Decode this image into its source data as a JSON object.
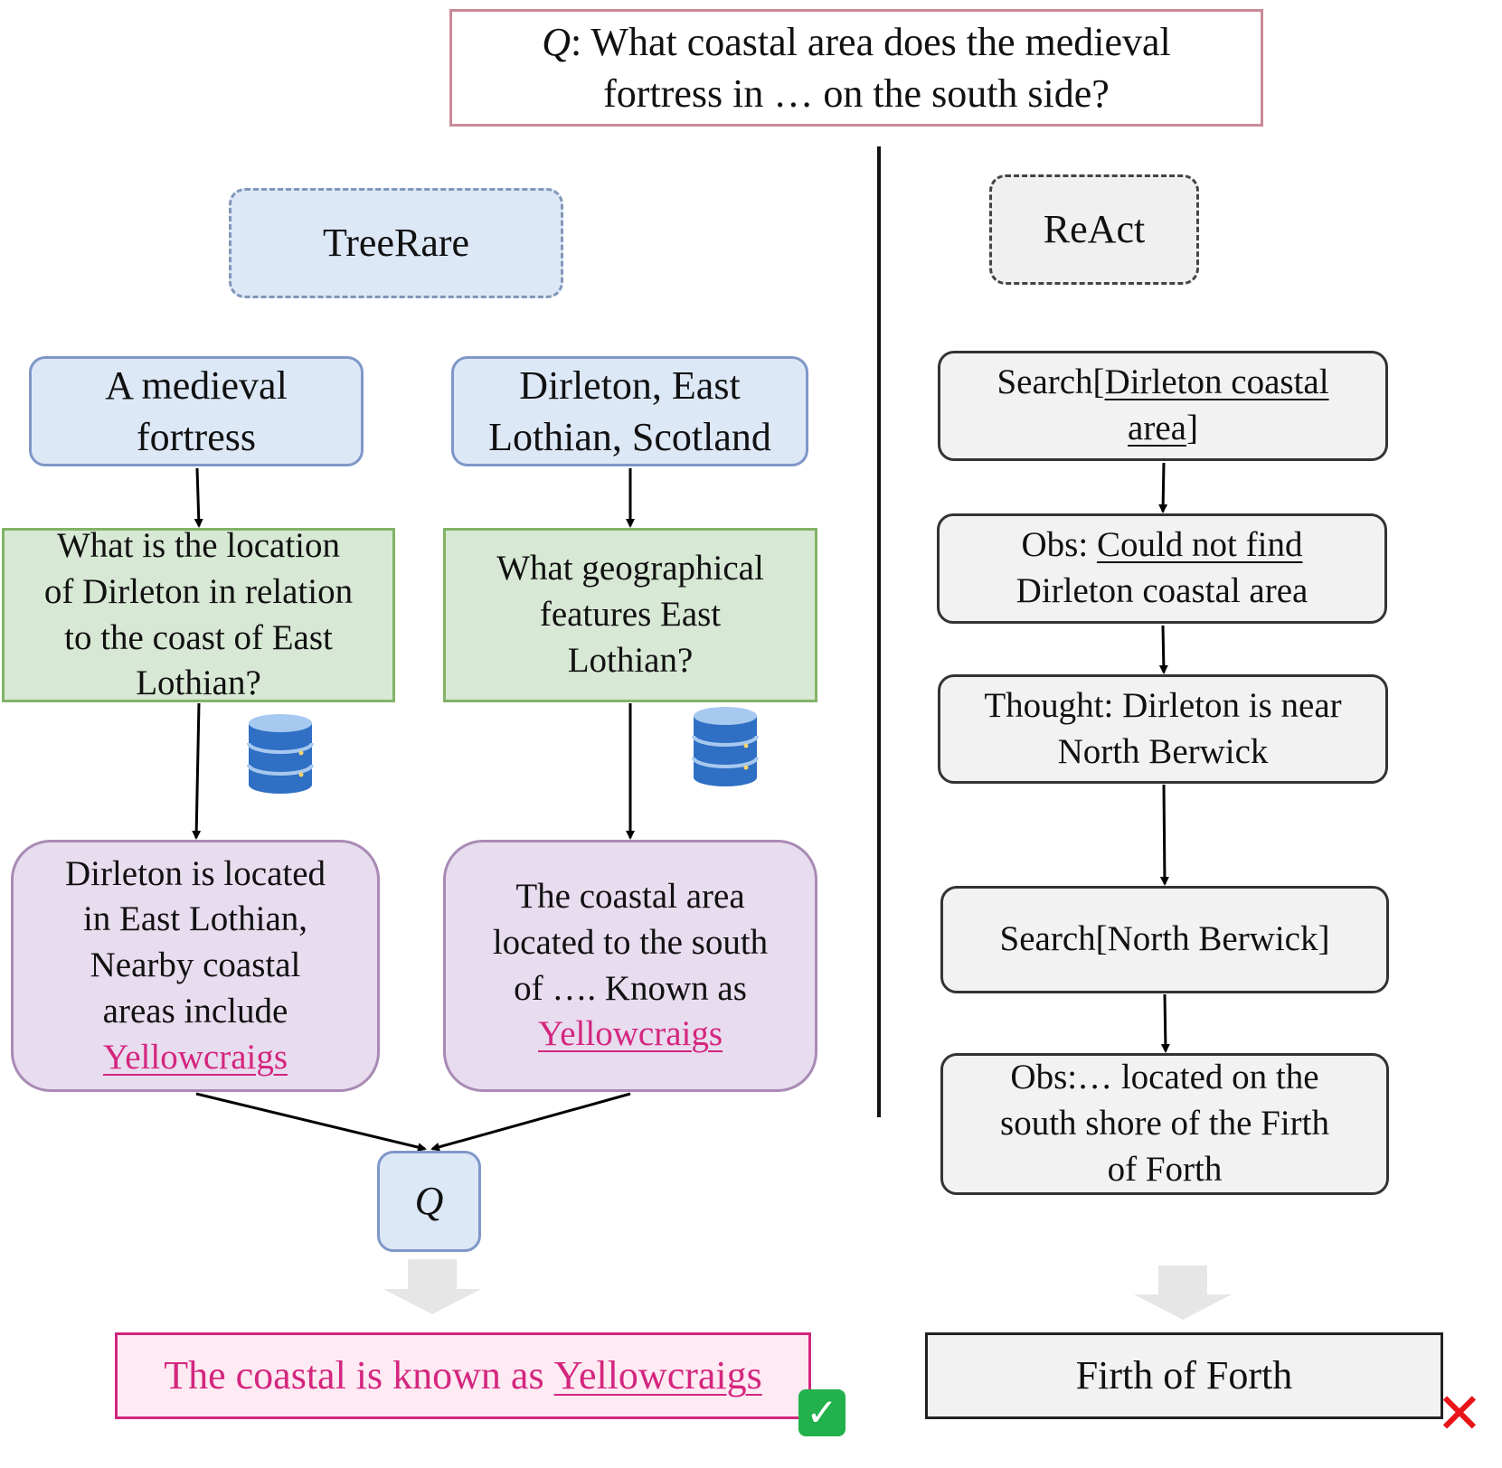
{
  "question": {
    "label": "Q",
    "text_line1": ": What coastal area does the medieval",
    "text_line2": "fortress in … on the south side?"
  },
  "treerare": {
    "title": "TreeRare",
    "entities": [
      {
        "lines": [
          "A medieval",
          "fortress"
        ]
      },
      {
        "lines": [
          "Dirleton, East",
          "Lothian, Scotland"
        ]
      }
    ],
    "sub_questions": [
      {
        "lines": [
          "What is the location",
          "of Dirleton in relation",
          "to the coast of East",
          "Lothian?"
        ]
      },
      {
        "lines": [
          "What geographical",
          "features East",
          "Lothian?"
        ]
      }
    ],
    "retrievals": [
      {
        "lines": [
          "Dirleton is located",
          "in East Lothian,",
          "Nearby coastal",
          "areas include"
        ],
        "highlight": "Yellowcraigs"
      },
      {
        "lines": [
          "The coastal area",
          "located to the south",
          "of …. Known as"
        ],
        "highlight": "Yellowcraigs"
      }
    ],
    "merge_label": "Q",
    "answer_prefix": "The coastal is known as ",
    "answer_highlight": "Yellowcraigs",
    "result_icon": "check-icon",
    "result_symbol": "✓"
  },
  "react": {
    "title": "ReAct",
    "step1": {
      "prefix": "Search[",
      "link_line1": "Dirleton coastal",
      "link_line2": "area",
      "suffix": "]"
    },
    "step2": {
      "prefix": "Obs: ",
      "link": "Could not find",
      "line2": "Dirleton coastal area"
    },
    "step3": {
      "lines": [
        "Thought: Dirleton is near",
        "North Berwick"
      ]
    },
    "step4": {
      "text": "Search[North Berwick]"
    },
    "step5": {
      "lines": [
        "Obs:… located on the",
        "south shore of the Firth",
        "of Forth"
      ]
    },
    "answer": "Firth of Forth",
    "result_icon": "cross-icon",
    "result_symbol": "✕"
  },
  "colors": {
    "tree_blue": "#dde8f7",
    "subq_green": "#d7e8d4",
    "retrieval_purple": "#e8dcef",
    "answer_pink": "#d4267e",
    "react_gray": "#f2f2f2",
    "check_green": "#22b14c",
    "cross_red": "#e8141a"
  }
}
